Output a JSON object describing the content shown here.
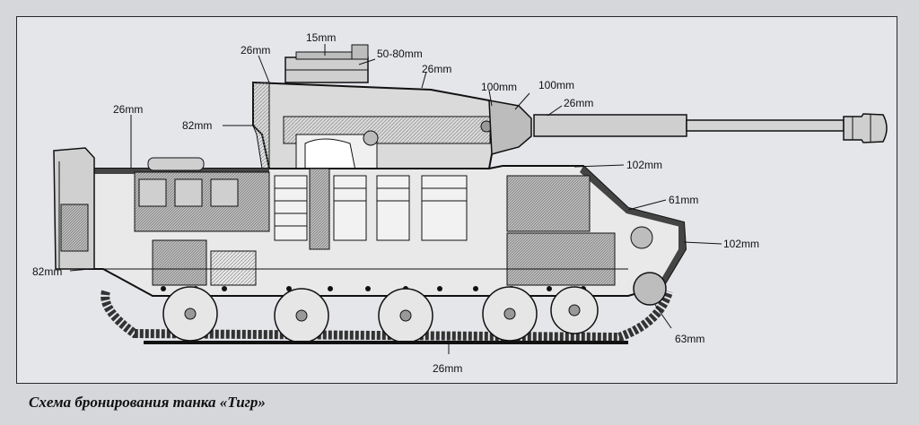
{
  "caption": "Схема бронирования танка «Тигр»",
  "labels": {
    "cupola_top": "15mm",
    "turret_roof": "26mm",
    "cupola_side": "50-80mm",
    "turret_roof_front": "26mm",
    "mantlet_1": "100mm",
    "mantlet_2": "100mm",
    "barrel_sleeve": "26mm",
    "turret_side": "82mm",
    "engine_deck": "26mm",
    "rear_plate": "82mm",
    "driver_front": "102mm",
    "glacis": "61mm",
    "lower_front": "102mm",
    "belly_front": "63mm",
    "belly": "26mm"
  }
}
